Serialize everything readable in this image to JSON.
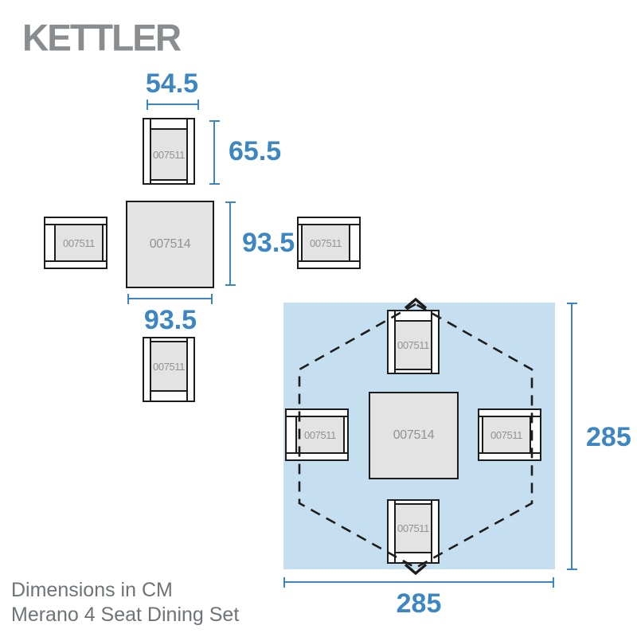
{
  "brand": {
    "logo": "KETTLER"
  },
  "skus": {
    "chair": "007511",
    "table": "007514"
  },
  "dimensions": {
    "chair_width": "54.5",
    "chair_depth": "65.5",
    "table_depth": "93.5",
    "table_width": "93.5",
    "footprint_height": "285",
    "footprint_width": "285"
  },
  "footer": {
    "line1": "Dimensions in CM",
    "line2": "Merano 4 Seat Dining Set"
  },
  "colors": {
    "dimension_blue": "#3e86c2",
    "footprint_fill": "#c6dff0",
    "furniture_fill": "#e3e3e3",
    "outline": "#1c1c1c",
    "sku_label_gray": "#8f9296",
    "footer_text_gray": "#6e7378",
    "logo_gray": "#8a8d90"
  }
}
